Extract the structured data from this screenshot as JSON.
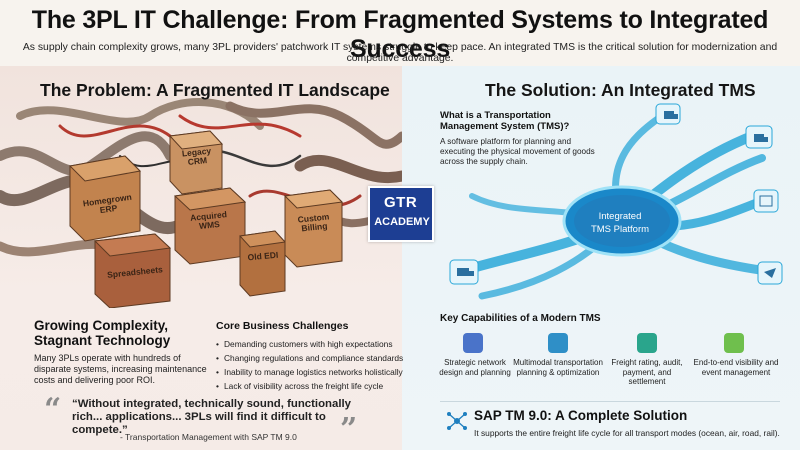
{
  "header": {
    "title": "The 3PL IT Challenge: From Fragmented Systems to Integrated Success",
    "subtitle": "As supply chain complexity grows, many 3PL providers' patchwork IT systems struggle to keep pace. An integrated TMS is the critical solution for modernization and competitive advantage."
  },
  "problem": {
    "title": "The Problem: A Fragmented IT Landscape",
    "boxes": [
      "Homegrown ERP",
      "Legacy CRM",
      "Acquired WMS",
      "Spreadsheets",
      "Old EDI",
      "Custom Billing"
    ],
    "growing_title": "Growing Complexity, Stagnant Technology",
    "growing_text": "Many 3PLs operate with hundreds of disparate systems, increasing maintenance costs and delivering poor ROI.",
    "core_title": "Core Business Challenges",
    "core_items": [
      "Demanding customers with high expectations",
      "Changing regulations and compliance standards",
      "Inability to manage logistics networks holistically",
      "Lack of visibility across the freight life cycle"
    ],
    "quote": "“Without integrated, technically sound, functionally rich... applications... 3PLs will find it difficult to compete.”",
    "quote_source": "- Transportation Management with SAP TM 9.0"
  },
  "logo": {
    "top": "GTR",
    "bottom": "ACADEMY"
  },
  "solution": {
    "title": "The Solution: An Integrated TMS",
    "question": "What is a Transportation Management System (TMS)?",
    "definition": "A software platform for planning and executing the physical movement of goods across the supply chain.",
    "hub_line1": "Integrated",
    "hub_line2": "TMS Platform",
    "key_title": "Key Capabilities of a Modern TMS",
    "capabilities": [
      {
        "label": "Strategic network design and planning",
        "icon": "network-icon",
        "color": "#4a73c9"
      },
      {
        "label": "Multimodal transportation planning & optimization",
        "icon": "truck-icon",
        "color": "#2f8fc7"
      },
      {
        "label": "Freight rating, audit, payment, and settlement",
        "icon": "invoice-icon",
        "color": "#2aa58c"
      },
      {
        "label": "End-to-end visibility and event management",
        "icon": "eye-icon",
        "color": "#6fbf4d"
      }
    ],
    "sap_title": "SAP TM 9.0: A Complete Solution",
    "sap_text": "It supports the entire freight life cycle for all transport modes (ocean, air, road, rail)."
  },
  "colors": {
    "hub": "#1f7fbf",
    "pipe": "#8f6d5c",
    "box": "#c98c56"
  }
}
